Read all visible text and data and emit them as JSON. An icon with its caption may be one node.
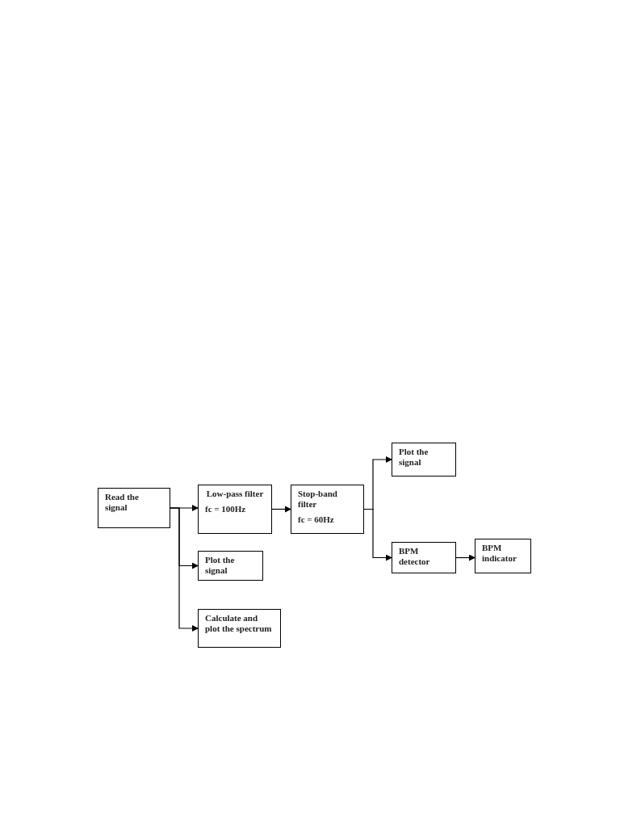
{
  "diagram": {
    "nodes": [
      {
        "text": [
          "Read the signal"
        ]
      },
      {
        "text": [
          "Low-pass filter",
          "fc = 100Hz"
        ]
      },
      {
        "text": [
          "Plot the signal"
        ]
      },
      {
        "text": [
          "Calculate and plot the spectrum"
        ]
      },
      {
        "text": [
          "Stop-band filter",
          "fc = 60Hz"
        ]
      },
      {
        "text": [
          "Plot the signal"
        ]
      },
      {
        "text": [
          "BPM detector"
        ]
      },
      {
        "text": [
          "BPM indicator"
        ]
      }
    ],
    "edges": [
      {
        "from": 0,
        "to": 1,
        "arrow": "to"
      },
      {
        "from": 0,
        "to": 2,
        "arrow": "to"
      },
      {
        "from": 0,
        "to": 3,
        "arrow": "to"
      },
      {
        "from": 1,
        "to": 4,
        "arrow": "to"
      },
      {
        "from": 4,
        "to": 5,
        "arrow": "to"
      },
      {
        "from": 4,
        "to": 6,
        "arrow": "to"
      },
      {
        "from": 6,
        "to": 7,
        "arrow": "to"
      }
    ]
  }
}
